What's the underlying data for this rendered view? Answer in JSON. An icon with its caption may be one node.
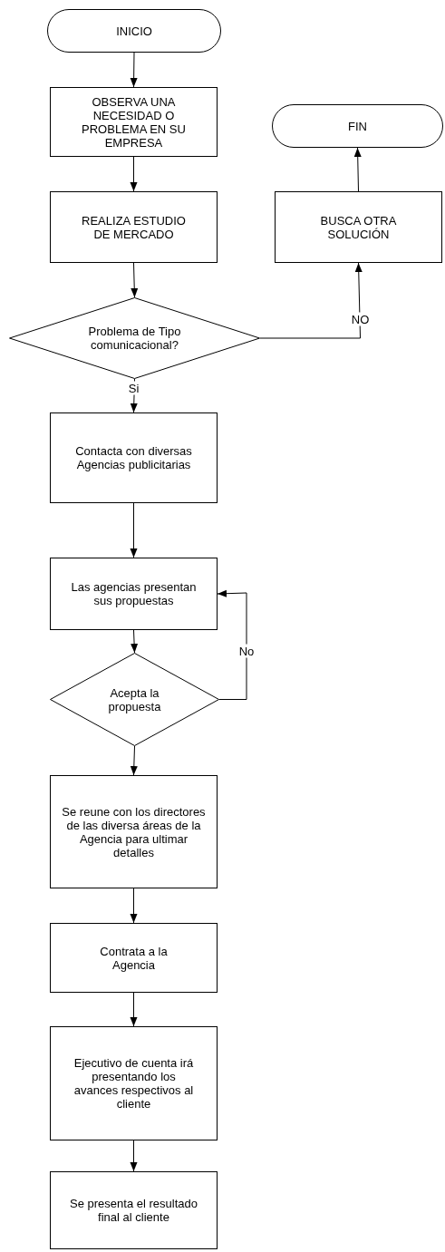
{
  "diagram": {
    "nodes": [
      {
        "text": [
          "INICIO"
        ]
      },
      {
        "text": [
          "OBSERVA UNA NECESIDAD O PROBLEMA EN SU EMPRESA"
        ]
      },
      {
        "text": [
          "FIN"
        ]
      },
      {
        "text": [
          "REALIZA ESTUDIO DE MERCADO"
        ]
      },
      {
        "text": [
          "BUSCA OTRA SOLUCIÓN"
        ]
      },
      {
        "text": [
          "Problema de Tipo comunicacional?"
        ]
      },
      {
        "text": [
          "Contacta con diversas Agencias publicitarias"
        ]
      },
      {
        "text": [
          "Las agencias presentan sus propuestas"
        ]
      },
      {
        "text": [
          "Acepta la propuesta"
        ]
      },
      {
        "text": [
          "Se reune con los directores de las diversa áreas de la Agencia para ultimar detalles"
        ]
      },
      {
        "text": [
          "Contrata a la Agencia"
        ]
      },
      {
        "text": [
          "Ejecutivo de cuenta irá presentando los avances respectivos al cliente"
        ]
      },
      {
        "text": [
          "Se presenta el resultado final al cliente"
        ]
      }
    ],
    "edges": [
      {
        "from": 0,
        "to": 1,
        "arrow": "to"
      },
      {
        "from": 1,
        "to": 3,
        "arrow": "to"
      },
      {
        "from": 3,
        "to": 5,
        "arrow": "to"
      },
      {
        "from": 5,
        "to": 4,
        "arrow": "to",
        "label": "NO"
      },
      {
        "from": 4,
        "to": 2,
        "arrow": "to"
      },
      {
        "from": 5,
        "to": 6,
        "arrow": "to",
        "label": "Si"
      },
      {
        "from": 6,
        "to": 7,
        "arrow": "to"
      },
      {
        "from": 7,
        "to": 8,
        "arrow": "to"
      },
      {
        "from": 8,
        "to": 7,
        "arrow": "to",
        "label": "No"
      },
      {
        "from": 8,
        "to": 9,
        "arrow": "to"
      },
      {
        "from": 9,
        "to": 10,
        "arrow": "to"
      },
      {
        "from": 10,
        "to": 11,
        "arrow": "to"
      },
      {
        "from": 11,
        "to": 12,
        "arrow": "to"
      }
    ]
  }
}
